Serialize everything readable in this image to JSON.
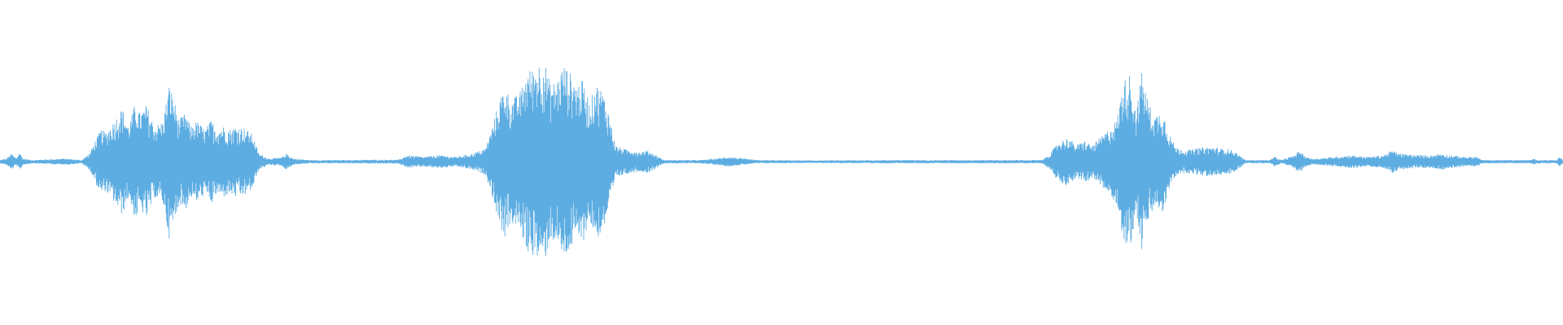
{
  "waveform": {
    "color": "#5dade2",
    "envelope": [
      [
        0,
        0.01
      ],
      [
        8,
        0.02
      ],
      [
        14,
        0.05
      ],
      [
        20,
        0.02
      ],
      [
        24,
        0.06
      ],
      [
        28,
        0.02
      ],
      [
        40,
        0.01
      ],
      [
        60,
        0.015
      ],
      [
        80,
        0.02
      ],
      [
        100,
        0.01
      ],
      [
        110,
        0.05
      ],
      [
        118,
        0.14
      ],
      [
        124,
        0.2
      ],
      [
        130,
        0.18
      ],
      [
        140,
        0.25
      ],
      [
        150,
        0.33
      ],
      [
        158,
        0.22
      ],
      [
        166,
        0.36
      ],
      [
        172,
        0.3
      ],
      [
        180,
        0.35
      ],
      [
        190,
        0.22
      ],
      [
        200,
        0.25
      ],
      [
        208,
        0.48
      ],
      [
        214,
        0.38
      ],
      [
        220,
        0.26
      ],
      [
        228,
        0.3
      ],
      [
        234,
        0.22
      ],
      [
        242,
        0.25
      ],
      [
        252,
        0.2
      ],
      [
        260,
        0.26
      ],
      [
        266,
        0.2
      ],
      [
        274,
        0.22
      ],
      [
        282,
        0.2
      ],
      [
        290,
        0.22
      ],
      [
        300,
        0.21
      ],
      [
        310,
        0.17
      ],
      [
        318,
        0.05
      ],
      [
        330,
        0.02
      ],
      [
        345,
        0.025
      ],
      [
        352,
        0.05
      ],
      [
        360,
        0.02
      ],
      [
        380,
        0.01
      ],
      [
        420,
        0.01
      ],
      [
        460,
        0.012
      ],
      [
        490,
        0.012
      ],
      [
        500,
        0.04
      ],
      [
        520,
        0.03
      ],
      [
        540,
        0.04
      ],
      [
        560,
        0.03
      ],
      [
        580,
        0.05
      ],
      [
        596,
        0.08
      ],
      [
        604,
        0.2
      ],
      [
        612,
        0.36
      ],
      [
        620,
        0.47
      ],
      [
        628,
        0.38
      ],
      [
        638,
        0.42
      ],
      [
        648,
        0.56
      ],
      [
        656,
        0.58
      ],
      [
        664,
        0.62
      ],
      [
        670,
        0.6
      ],
      [
        676,
        0.48
      ],
      [
        684,
        0.5
      ],
      [
        692,
        0.6
      ],
      [
        700,
        0.55
      ],
      [
        708,
        0.48
      ],
      [
        716,
        0.5
      ],
      [
        724,
        0.36
      ],
      [
        732,
        0.48
      ],
      [
        740,
        0.44
      ],
      [
        748,
        0.3
      ],
      [
        756,
        0.1
      ],
      [
        766,
        0.08
      ],
      [
        776,
        0.07
      ],
      [
        786,
        0.06
      ],
      [
        796,
        0.07
      ],
      [
        806,
        0.04
      ],
      [
        816,
        0.01
      ],
      [
        860,
        0.01
      ],
      [
        880,
        0.02
      ],
      [
        896,
        0.03
      ],
      [
        912,
        0.02
      ],
      [
        930,
        0.01
      ],
      [
        1000,
        0.008
      ],
      [
        1100,
        0.01
      ],
      [
        1130,
        0.01
      ],
      [
        1140,
        0.01
      ],
      [
        1200,
        0.01
      ],
      [
        1280,
        0.01
      ],
      [
        1290,
        0.05
      ],
      [
        1300,
        0.12
      ],
      [
        1312,
        0.15
      ],
      [
        1322,
        0.1
      ],
      [
        1332,
        0.13
      ],
      [
        1342,
        0.1
      ],
      [
        1352,
        0.15
      ],
      [
        1362,
        0.2
      ],
      [
        1372,
        0.26
      ],
      [
        1380,
        0.5
      ],
      [
        1388,
        0.54
      ],
      [
        1396,
        0.3
      ],
      [
        1402,
        0.56
      ],
      [
        1410,
        0.38
      ],
      [
        1418,
        0.28
      ],
      [
        1428,
        0.32
      ],
      [
        1436,
        0.18
      ],
      [
        1444,
        0.09
      ],
      [
        1456,
        0.07
      ],
      [
        1468,
        0.08
      ],
      [
        1480,
        0.09
      ],
      [
        1490,
        0.09
      ],
      [
        1500,
        0.08
      ],
      [
        1510,
        0.08
      ],
      [
        1520,
        0.05
      ],
      [
        1530,
        0.01
      ],
      [
        1560,
        0.01
      ],
      [
        1566,
        0.03
      ],
      [
        1574,
        0.01
      ],
      [
        1590,
        0.04
      ],
      [
        1596,
        0.07
      ],
      [
        1602,
        0.04
      ],
      [
        1610,
        0.02
      ],
      [
        1620,
        0.02
      ],
      [
        1640,
        0.03
      ],
      [
        1660,
        0.04
      ],
      [
        1680,
        0.03
      ],
      [
        1700,
        0.04
      ],
      [
        1710,
        0.07
      ],
      [
        1720,
        0.05
      ],
      [
        1740,
        0.04
      ],
      [
        1760,
        0.04
      ],
      [
        1770,
        0.05
      ],
      [
        1780,
        0.04
      ],
      [
        1800,
        0.03
      ],
      [
        1815,
        0.03
      ],
      [
        1820,
        0.01
      ],
      [
        1840,
        0.01
      ],
      [
        1880,
        0.01
      ],
      [
        1884,
        0.02
      ],
      [
        1888,
        0.01
      ],
      [
        1912,
        0.01
      ],
      [
        1916,
        0.03
      ],
      [
        1920,
        0.01
      ]
    ]
  }
}
